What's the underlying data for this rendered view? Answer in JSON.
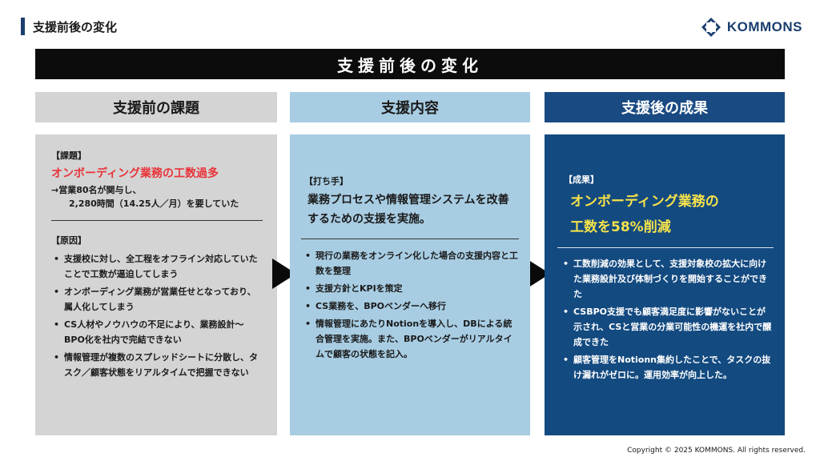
{
  "header": {
    "title": "支援前後の変化"
  },
  "logo": {
    "text": "KOMMONS",
    "icon": "kommons-logo-icon",
    "color": "#1a3e6e"
  },
  "banner": {
    "title": "支援前後の変化"
  },
  "columns": {
    "before": {
      "heading": "支援前の課題",
      "issue_label": "【課題】",
      "issue_title": "オンボーディング業務の工数過多",
      "issue_line1": "→営業80名が関与し、",
      "issue_line2": "2,280時間（14.25人／月）を要していた",
      "cause_label": "【原因】",
      "causes": [
        "支援校に対し、全工程をオフライン対応していたことで工数が逼迫してしまう",
        "オンボーディング業務が営業任せとなっており、属人化してしまう",
        "CS人材やノウハウの不足により、業務設計〜BPO化を社内で完結できない",
        "情報管理が複数のスプレッドシートに分散し、タスク／顧客状態をリアルタイムで把握できない"
      ]
    },
    "content": {
      "heading": "支援内容",
      "label": "【打ち手】",
      "summary": "業務プロセスや情報管理システムを改善するための支援を実施。",
      "items": [
        "現行の業務をオンライン化した場合の支援内容と工数を整理",
        "支援方針とKPIを策定",
        "CS業務を、BPOベンダーへ移行",
        "情報管理にあたりNotionを導入し、DBによる統合管理を実施。また、BPOベンダーがリアルタイムで顧客の状態を記入。"
      ]
    },
    "after": {
      "heading": "支援後の成果",
      "label": "【成果】",
      "result_line1": "オンボーディング業務の",
      "result_line2": "工数を58%削減",
      "items": [
        "工数削減の効果として、支援対象校の拡大に向けた業務設計及び体制づくりを開始することができた",
        "CSBPO支援でも顧客満足度に影響がないことが示され、CSと営業の分業可能性の機運を社内で醸成できた",
        "顧客管理をNotionn集約したことで、タスクの抜け漏れがゼロに。運用効率が向上した。"
      ]
    }
  },
  "footer": {
    "copyright": "Copyright © 2025 KOMMONS. All rights reserved."
  },
  "colors": {
    "before": "#d4d4d4",
    "content": "#a8cde3",
    "after": "#134a80",
    "highlight_red": "#e8343a",
    "highlight_yellow": "#f6e24a"
  }
}
